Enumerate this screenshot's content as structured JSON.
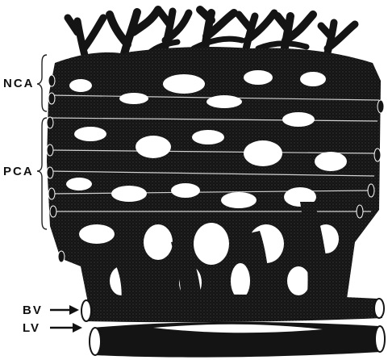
{
  "labels": {
    "nca": "NCA",
    "pca": "PCA",
    "bv": "BV",
    "lv": "LV"
  },
  "colors": {
    "vessel": "#141414",
    "vessel_texture": "#3a3a3a",
    "highlight": "#ffffff",
    "bracket": "#222222"
  }
}
